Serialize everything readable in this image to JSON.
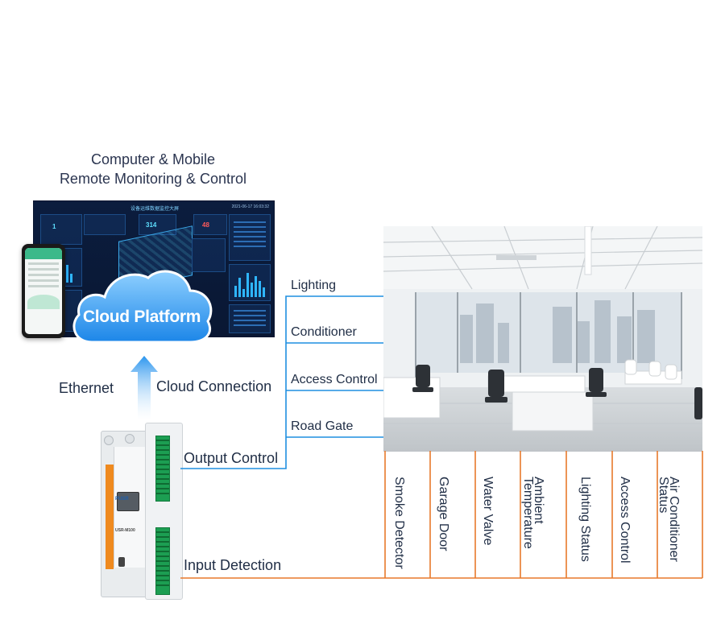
{
  "heading": {
    "line1": "Computer & Mobile",
    "line2": "Remote Monitoring & Control"
  },
  "dashboard": {
    "title": "设备运维数据监控大屏",
    "time": "2021-06-17 16:03:32",
    "stats": [
      "1",
      "314",
      "48"
    ]
  },
  "cloud": {
    "label": "Cloud Platform"
  },
  "labels": {
    "ethernet": "Ethernet",
    "cloud_connection": "Cloud Connection",
    "output_control": "Output Control",
    "input_detection": "Input Detection"
  },
  "output_items": [
    "Lighting",
    "Conditioner",
    "Access Control",
    "Road Gate"
  ],
  "input_items": [
    {
      "line1": "Smoke Detector",
      "line2": ""
    },
    {
      "line1": "Garage  Door",
      "line2": ""
    },
    {
      "line1": "Water  Valve",
      "line2": ""
    },
    {
      "line1": "Ambient",
      "line2": "Temperature"
    },
    {
      "line1": "Lighting Status",
      "line2": ""
    },
    {
      "line1": "Access Control",
      "line2": ""
    },
    {
      "line1": "Air Conditioner",
      "line2": "Status"
    }
  ],
  "device": {
    "brand": "PUSR",
    "model": "USR-M100"
  },
  "colors": {
    "output_line": "#1f8fe0",
    "input_line": "#e8792b",
    "cloud_top": "#8fd0ff",
    "cloud_bottom": "#1c86e8",
    "device_accent": "#ef8a1f",
    "terminal": "#1c9e52"
  }
}
